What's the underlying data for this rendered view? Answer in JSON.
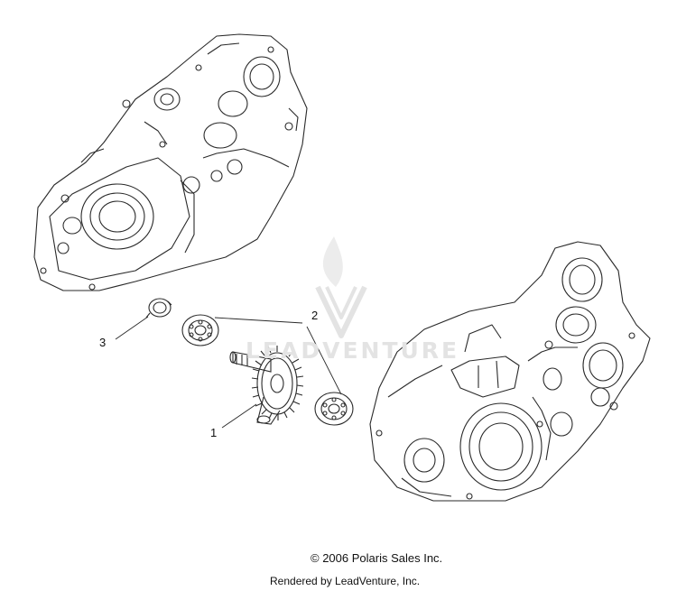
{
  "callouts": [
    {
      "id": "1",
      "label": "1"
    },
    {
      "id": "2",
      "label": "2"
    },
    {
      "id": "3",
      "label": "3"
    }
  ],
  "watermark": {
    "text": "LEADVENTURE"
  },
  "footer": {
    "copyright": "© 2006 Polaris Sales Inc.",
    "rendered_by": "Rendered by LeadVenture, Inc."
  },
  "colors": {
    "line": "#2a2a2a",
    "watermark": "#e3e3e3"
  }
}
